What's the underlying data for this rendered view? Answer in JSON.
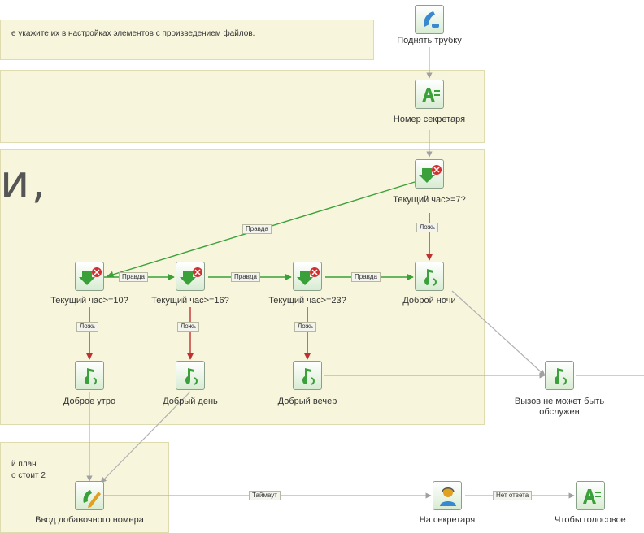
{
  "top_note": "е укажите их в настройках элементов с произведением файлов.",
  "plan_note_line1": "й план",
  "plan_note_line2": "о стоит 2",
  "overlay_text": "и,",
  "nodes": {
    "pick_up": "Поднять трубку",
    "secretary_number": "Номер секретаря",
    "hour_ge_7": "Текущий час>=7?",
    "hour_ge_10": "Текущий час>=10?",
    "hour_ge_16": "Текущий час>=16?",
    "hour_ge_23": "Текущий час>=23?",
    "good_night": "Доброй ночи",
    "good_morning": "Доброе утро",
    "good_day": "Добрый день",
    "good_evening": "Добрый вечер",
    "cannot_serve_line1": "Вызов не может быть",
    "cannot_serve_line2": "обслужен",
    "ext_input": "Ввод добавочного номера",
    "to_secretary": "На секретаря",
    "voice_msg": "Чтобы голосовое"
  },
  "edge_labels": {
    "true_7": "Правда",
    "false_7": "Ложь",
    "true_10": "Правда",
    "true_16": "Правда",
    "true_23": "Правда",
    "false_10": "Ложь",
    "false_16": "Ложь",
    "false_23": "Ложь",
    "timeout": "Таймаут",
    "no_answer": "Нет ответа"
  },
  "colors": {
    "panel_bg": "#f7f6dc",
    "edge_true": "#3aa03a",
    "edge_false": "#c03030",
    "edge_neutral": "#b0b0b0"
  },
  "icons": {
    "pick_up": "phone-icon",
    "secretary_number": "voice-text-icon",
    "condition": "condition-icon",
    "play": "play-sound-icon",
    "ext_input": "keypad-input-icon",
    "to_secretary": "operator-icon"
  }
}
